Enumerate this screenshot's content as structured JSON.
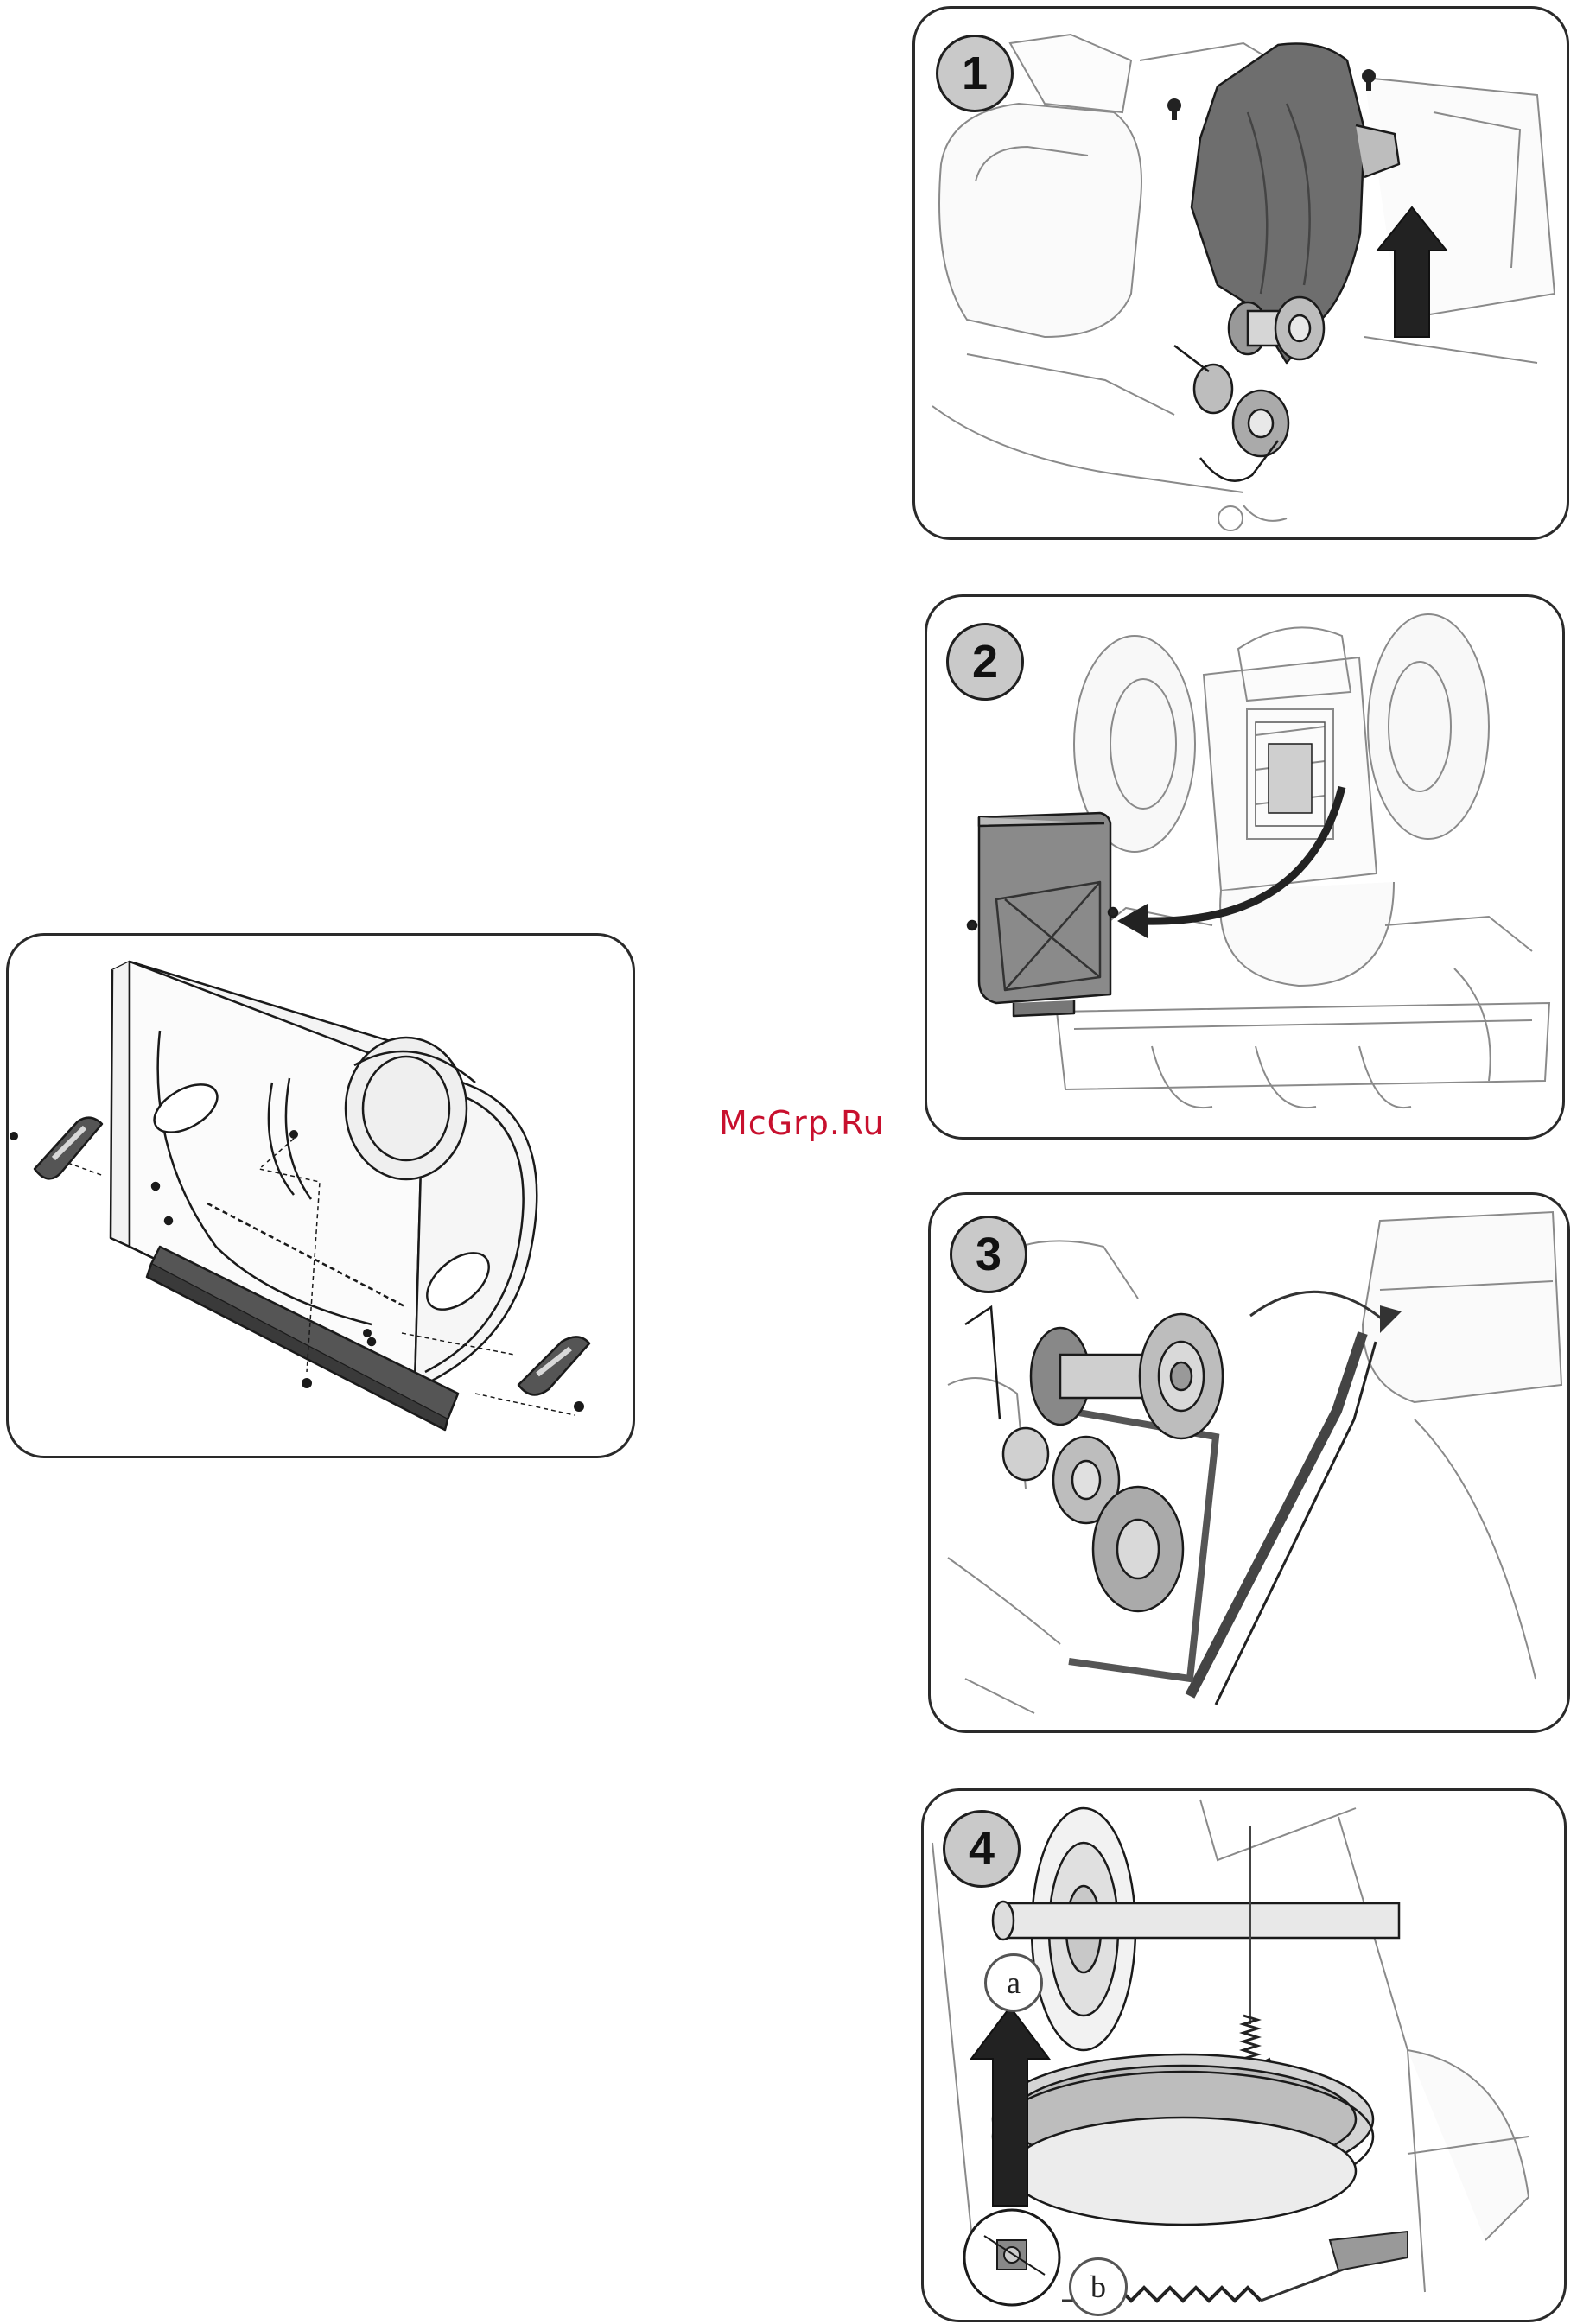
{
  "watermark": "McGrp.Ru",
  "steps": [
    {
      "number": "1"
    },
    {
      "number": "2"
    },
    {
      "number": "3"
    },
    {
      "number": "4",
      "callouts": [
        "a",
        "b"
      ]
    }
  ]
}
